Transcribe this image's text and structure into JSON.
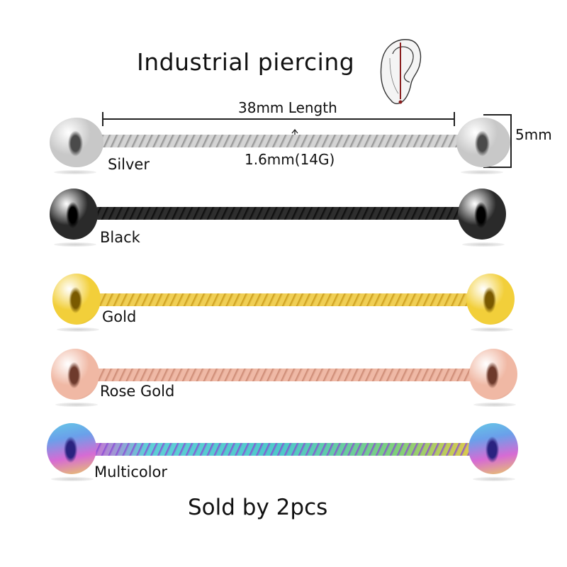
{
  "header": {
    "title": "Industrial piercing",
    "ear_icon": "ear-diagram-icon"
  },
  "dimensions": {
    "length": "38mm Length",
    "gauge": "1.6mm(14G)",
    "ball_diameter": "5mm"
  },
  "variants": [
    {
      "label": "Silver",
      "ball": "#c8c8c8",
      "ball_dark": "#4a4a4a",
      "rod": "#d4d4d4",
      "rod_stripe": "#8c8c8c"
    },
    {
      "label": "Black",
      "ball": "#2a2a2a",
      "ball_dark": "#000000",
      "rod": "#2e2e2e",
      "rod_stripe": "#0a0a0a"
    },
    {
      "label": "Gold",
      "ball": "#f2cf3a",
      "ball_dark": "#7a5a00",
      "rod": "#f0cf55",
      "rod_stripe": "#c99b1a"
    },
    {
      "label": "Rose Gold",
      "ball": "#f0b8a4",
      "ball_dark": "#6e3a2c",
      "rod": "#efb9a6",
      "rod_stripe": "#c98670"
    },
    {
      "label": "Multicolor",
      "ball": "#d96ad6",
      "ball_dark": "#3a2a8a",
      "rod": "#4ec9c9",
      "rod_stripe": "#8a4ad6"
    }
  ],
  "footer": {
    "text": "Sold by 2pcs"
  }
}
